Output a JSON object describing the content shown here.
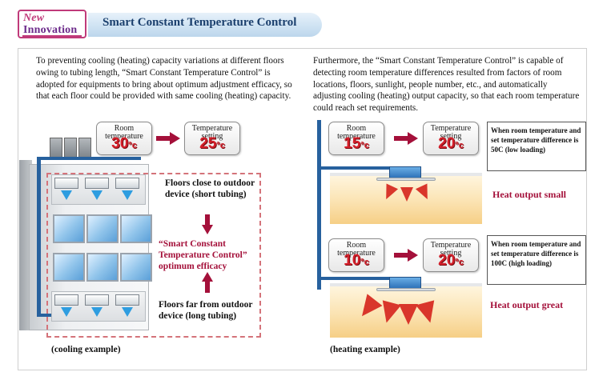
{
  "header": {
    "badge_top": "New",
    "badge_bottom": "Innovation",
    "title": "Smart Constant Temperature Control"
  },
  "left": {
    "paragraph": "To preventing cooling (heating) capacity variations at different floors owing to tubing length, “Smart Constant Temperature Control” is adopted for equipments to bring about optimum adjustment efficacy, so that each floor could be provided with same cooling (heating) capacity.",
    "room_temp": {
      "label": "Room temperature",
      "value": "30",
      "unit": "°c"
    },
    "setting_temp": {
      "label": "Temperature setting",
      "value": "25",
      "unit": "°c"
    },
    "note_top": "Floors close to outdoor device (short tubing)",
    "note_middle": "“Smart Constant Temperature Control” optimum efficacy",
    "note_bottom": "Floors far from outdoor device (long tubing)",
    "caption": "(cooling example)"
  },
  "right": {
    "paragraph": "Furthermore, the “Smart Constant Temperature Control” is capable of detecting room temperature differences resulted from factors of room locations, floors, sunlight, people number, etc., and automatically adjusting cooling (heating) output capacity, so that each room temperature could reach set requirements.",
    "panels": [
      {
        "room_temp": {
          "label": "Room temperature",
          "value": "15",
          "unit": "°c"
        },
        "setting_temp": {
          "label": "Temperature setting",
          "value": "20",
          "unit": "°c"
        },
        "info": "When room temperature and set temperature difference is 50C (low loading)",
        "result": "Heat output small"
      },
      {
        "room_temp": {
          "label": "Room temperature",
          "value": "10",
          "unit": "°c"
        },
        "setting_temp": {
          "label": "Temperature setting",
          "value": "20",
          "unit": "°c"
        },
        "info": "When room temperature and set temperature difference is 100C (high loading)",
        "result": "Heat output great"
      }
    ],
    "caption": "(heating example)"
  },
  "colors": {
    "accent_red": "#a4103a",
    "temperature_red": "#d41f2a",
    "pipe_blue": "#27619e",
    "header_text": "#1a3f6d"
  },
  "icons": [
    "arrow-right-icon",
    "arrow-down-icon",
    "arrow-up-icon",
    "airflow-icon",
    "heat-arrow-icon",
    "ac-unit-icon",
    "outdoor-unit-icon"
  ]
}
